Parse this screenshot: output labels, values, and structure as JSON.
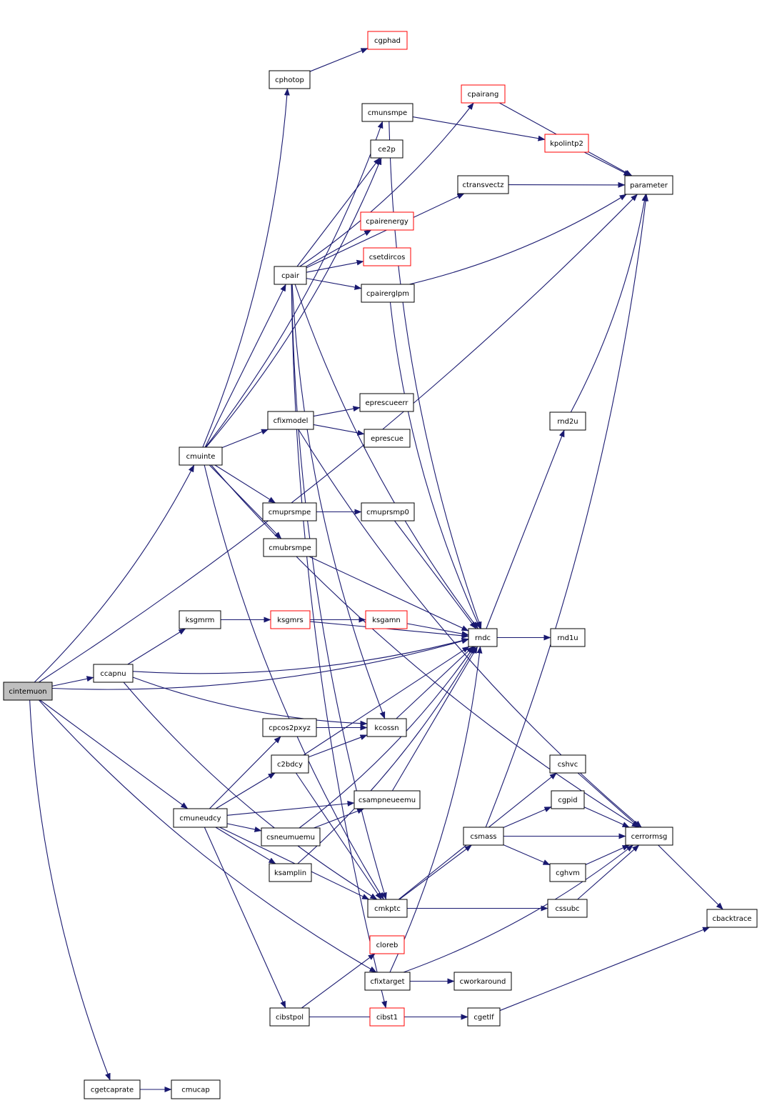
{
  "colors": {
    "edge": "#191970",
    "node_border": "#000000",
    "node_border_truncated": "#ff0000",
    "root_fill": "#bfbfbf",
    "node_fill": "#ffffff"
  },
  "root": "cintemuon",
  "nodes": {
    "cintemuon": {
      "label": "cintemuon",
      "style": "root"
    },
    "cmuinte": {
      "label": "cmuinte",
      "style": "normal"
    },
    "ccapnu": {
      "label": "ccapnu",
      "style": "normal"
    },
    "cmuneudcy": {
      "label": "cmuneudcy",
      "style": "normal"
    },
    "cgetcaprate": {
      "label": "cgetcaprate",
      "style": "normal"
    },
    "cmucap": {
      "label": "cmucap",
      "style": "normal"
    },
    "cphotop": {
      "label": "cphotop",
      "style": "normal"
    },
    "cgphad": {
      "label": "cgphad",
      "style": "truncated"
    },
    "cpairang": {
      "label": "cpairang",
      "style": "truncated"
    },
    "cmunsmpe": {
      "label": "cmunsmpe",
      "style": "normal"
    },
    "ce2p": {
      "label": "ce2p",
      "style": "normal"
    },
    "kpolintp2": {
      "label": "kpolintp2",
      "style": "truncated"
    },
    "ctransvectz": {
      "label": "ctransvectz",
      "style": "normal"
    },
    "parameter": {
      "label": "parameter",
      "style": "normal"
    },
    "cpairenergy": {
      "label": "cpairenergy",
      "style": "truncated"
    },
    "csetdircos": {
      "label": "csetdircos",
      "style": "truncated"
    },
    "cpair": {
      "label": "cpair",
      "style": "normal"
    },
    "cpairerglpm": {
      "label": "cpairerglpm",
      "style": "normal"
    },
    "eprescueerr": {
      "label": "eprescueerr",
      "style": "normal"
    },
    "cfixmodel": {
      "label": "cfixmodel",
      "style": "normal"
    },
    "eprescue": {
      "label": "eprescue",
      "style": "normal"
    },
    "rnd2u": {
      "label": "rnd2u",
      "style": "normal"
    },
    "cmuprsmpe": {
      "label": "cmuprsmpe",
      "style": "normal"
    },
    "cmuprsmp0": {
      "label": "cmuprsmp0",
      "style": "normal"
    },
    "cmubrsmpe": {
      "label": "cmubrsmpe",
      "style": "normal"
    },
    "ksgmrm": {
      "label": "ksgmrm",
      "style": "normal"
    },
    "ksgmrs": {
      "label": "ksgmrs",
      "style": "truncated"
    },
    "ksgamn": {
      "label": "ksgamn",
      "style": "truncated"
    },
    "rndc": {
      "label": "rndc",
      "style": "normal"
    },
    "rnd1u": {
      "label": "rnd1u",
      "style": "normal"
    },
    "cpcos2pxyz": {
      "label": "cpcos2pxyz",
      "style": "normal"
    },
    "kcossn": {
      "label": "kcossn",
      "style": "normal"
    },
    "c2bdcy": {
      "label": "c2bdcy",
      "style": "normal"
    },
    "cshvc": {
      "label": "cshvc",
      "style": "normal"
    },
    "csampneueemu": {
      "label": "csampneueemu",
      "style": "normal"
    },
    "cgpid": {
      "label": "cgpid",
      "style": "normal"
    },
    "csneumuemu": {
      "label": "csneumuemu",
      "style": "normal"
    },
    "csmass": {
      "label": "csmass",
      "style": "normal"
    },
    "cerrormsg": {
      "label": "cerrormsg",
      "style": "normal"
    },
    "ksamplin": {
      "label": "ksamplin",
      "style": "normal"
    },
    "cghvm": {
      "label": "cghvm",
      "style": "normal"
    },
    "cmkptc": {
      "label": "cmkptc",
      "style": "normal"
    },
    "cssubc": {
      "label": "cssubc",
      "style": "normal"
    },
    "cbacktrace": {
      "label": "cbacktrace",
      "style": "normal"
    },
    "cloreb": {
      "label": "cloreb",
      "style": "truncated"
    },
    "cfixtarget": {
      "label": "cfixtarget",
      "style": "normal"
    },
    "cworkaround": {
      "label": "cworkaround",
      "style": "normal"
    },
    "cibstpol": {
      "label": "cibstpol",
      "style": "normal"
    },
    "cibst1": {
      "label": "cibst1",
      "style": "truncated"
    },
    "cgetlf": {
      "label": "cgetlf",
      "style": "normal"
    }
  },
  "edges": [
    [
      "cintemuon",
      "cmuinte"
    ],
    [
      "cintemuon",
      "ccapnu"
    ],
    [
      "cintemuon",
      "cmuneudcy"
    ],
    [
      "cintemuon",
      "cgetcaprate"
    ],
    [
      "cintemuon",
      "rndc"
    ],
    [
      "cintemuon",
      "cfixtarget"
    ],
    [
      "cintemuon",
      "parameter"
    ],
    [
      "cgetcaprate",
      "cmucap"
    ],
    [
      "cmuinte",
      "cphotop"
    ],
    [
      "cmuinte",
      "cmunsmpe"
    ],
    [
      "cmuinte",
      "ce2p"
    ],
    [
      "cmuinte",
      "cpair"
    ],
    [
      "cmuinte",
      "cfixmodel"
    ],
    [
      "cmuinte",
      "cmuprsmpe"
    ],
    [
      "cmuinte",
      "cmubrsmpe"
    ],
    [
      "cmuinte",
      "cerrormsg"
    ],
    [
      "cmuinte",
      "cmkptc"
    ],
    [
      "cphotop",
      "cgphad"
    ],
    [
      "cpairang",
      "parameter"
    ],
    [
      "cmunsmpe",
      "kpolintp2"
    ],
    [
      "cmunsmpe",
      "rndc"
    ],
    [
      "kpolintp2",
      "parameter"
    ],
    [
      "ctransvectz",
      "parameter"
    ],
    [
      "cpair",
      "cpairang"
    ],
    [
      "cpair",
      "ce2p"
    ],
    [
      "cpair",
      "ctransvectz"
    ],
    [
      "cpair",
      "cpairenergy"
    ],
    [
      "cpair",
      "csetdircos"
    ],
    [
      "cpair",
      "cpairerglpm"
    ],
    [
      "cpair",
      "rndc"
    ],
    [
      "cpair",
      "kcossn"
    ],
    [
      "cpair",
      "cmkptc"
    ],
    [
      "cpair",
      "cibst1"
    ],
    [
      "cpairerglpm",
      "parameter"
    ],
    [
      "cpairerglpm",
      "rndc"
    ],
    [
      "cfixmodel",
      "eprescueerr"
    ],
    [
      "cfixmodel",
      "eprescue"
    ],
    [
      "cfixmodel",
      "cerrormsg"
    ],
    [
      "rnd2u",
      "parameter"
    ],
    [
      "cmuprsmpe",
      "cmuprsmp0"
    ],
    [
      "cmuprsmp0",
      "rndc"
    ],
    [
      "cmubrsmpe",
      "rndc"
    ],
    [
      "ccapnu",
      "ksgmrm"
    ],
    [
      "ccapnu",
      "rndc"
    ],
    [
      "ccapnu",
      "kcossn"
    ],
    [
      "ccapnu",
      "cmkptc"
    ],
    [
      "ksgmrm",
      "ksgmrs"
    ],
    [
      "ksgmrs",
      "ksgamn"
    ],
    [
      "ksgmrs",
      "rndc"
    ],
    [
      "ksgamn",
      "rndc"
    ],
    [
      "rndc",
      "rnd1u"
    ],
    [
      "rndc",
      "rnd2u"
    ],
    [
      "cpcos2pxyz",
      "kcossn"
    ],
    [
      "kcossn",
      "rndc"
    ],
    [
      "c2bdcy",
      "kcossn"
    ],
    [
      "c2bdcy",
      "rndc"
    ],
    [
      "c2bdcy",
      "cmkptc"
    ],
    [
      "cmuneudcy",
      "cpcos2pxyz"
    ],
    [
      "cmuneudcy",
      "c2bdcy"
    ],
    [
      "cmuneudcy",
      "csampneueemu"
    ],
    [
      "cmuneudcy",
      "csneumuemu"
    ],
    [
      "cmuneudcy",
      "ksamplin"
    ],
    [
      "cmuneudcy",
      "cmkptc"
    ],
    [
      "cmuneudcy",
      "cibstpol"
    ],
    [
      "csampneueemu",
      "rndc"
    ],
    [
      "csneumuemu",
      "csampneueemu"
    ],
    [
      "csneumuemu",
      "rndc"
    ],
    [
      "ksamplin",
      "rndc"
    ],
    [
      "cmkptc",
      "csmass"
    ],
    [
      "cmkptc",
      "cshvc"
    ],
    [
      "cmkptc",
      "cssubc"
    ],
    [
      "csmass",
      "cgpid"
    ],
    [
      "csmass",
      "cerrormsg"
    ],
    [
      "csmass",
      "cghvm"
    ],
    [
      "csmass",
      "parameter"
    ],
    [
      "cshvc",
      "cerrormsg"
    ],
    [
      "cgpid",
      "cerrormsg"
    ],
    [
      "cghvm",
      "cerrormsg"
    ],
    [
      "cssubc",
      "cerrormsg"
    ],
    [
      "cerrormsg",
      "cbacktrace"
    ],
    [
      "cfixtarget",
      "cworkaround"
    ],
    [
      "cfixtarget",
      "rndc"
    ],
    [
      "cfixtarget",
      "cerrormsg"
    ],
    [
      "cibstpol",
      "cloreb"
    ],
    [
      "cibstpol",
      "cgetlf"
    ],
    [
      "cibst1",
      "cgetlf"
    ],
    [
      "cgetlf",
      "cbacktrace"
    ]
  ]
}
